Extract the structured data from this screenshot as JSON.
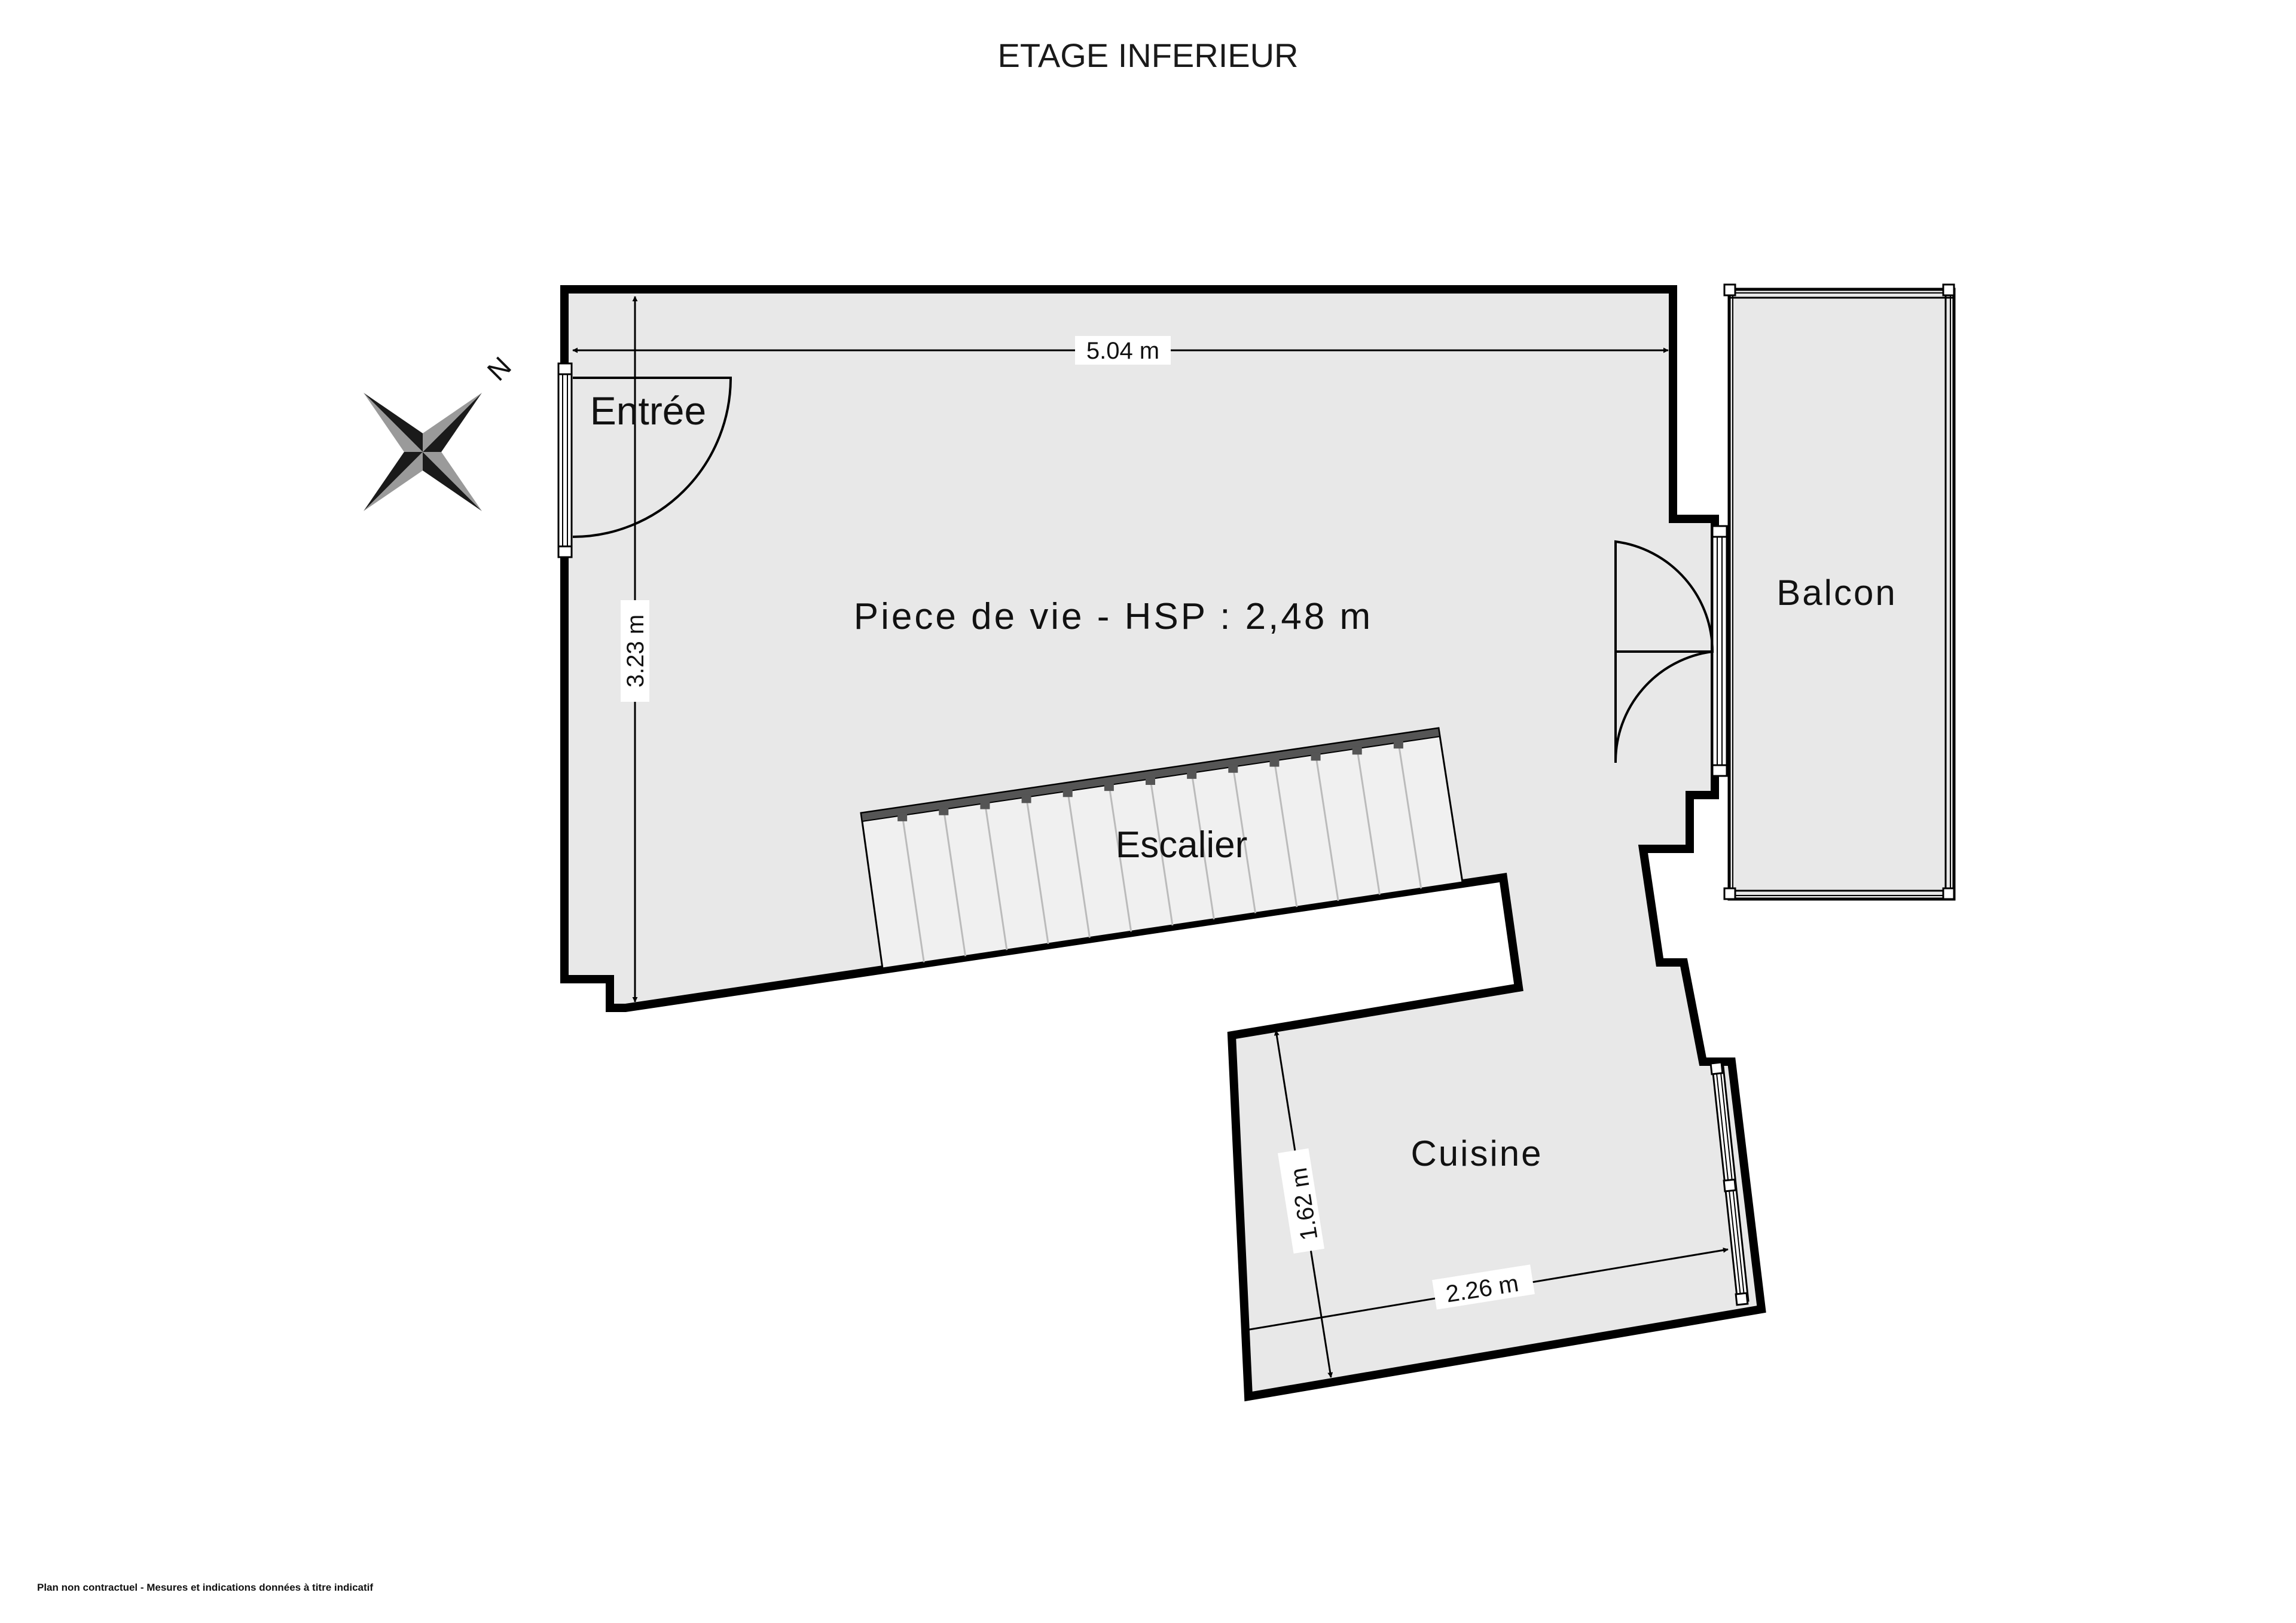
{
  "title": "ETAGE INFERIEUR",
  "rooms": {
    "entree": "Entrée",
    "piece_de_vie": "Piece de vie - HSP : 2,48 m",
    "escalier": "Escalier",
    "balcon": "Balcon",
    "cuisine": "Cuisine"
  },
  "dimensions": {
    "width_piece": "5.04 m",
    "height_piece": "3.23 m",
    "cuisine_height": "1.62 m",
    "cuisine_width": "2.26 m"
  },
  "compass": {
    "north": "N"
  },
  "footer": "Plan non contractuel - Mesures et indications données à titre indicatif",
  "colors": {
    "floor": "#e8e8e8",
    "wall": "#000000"
  }
}
